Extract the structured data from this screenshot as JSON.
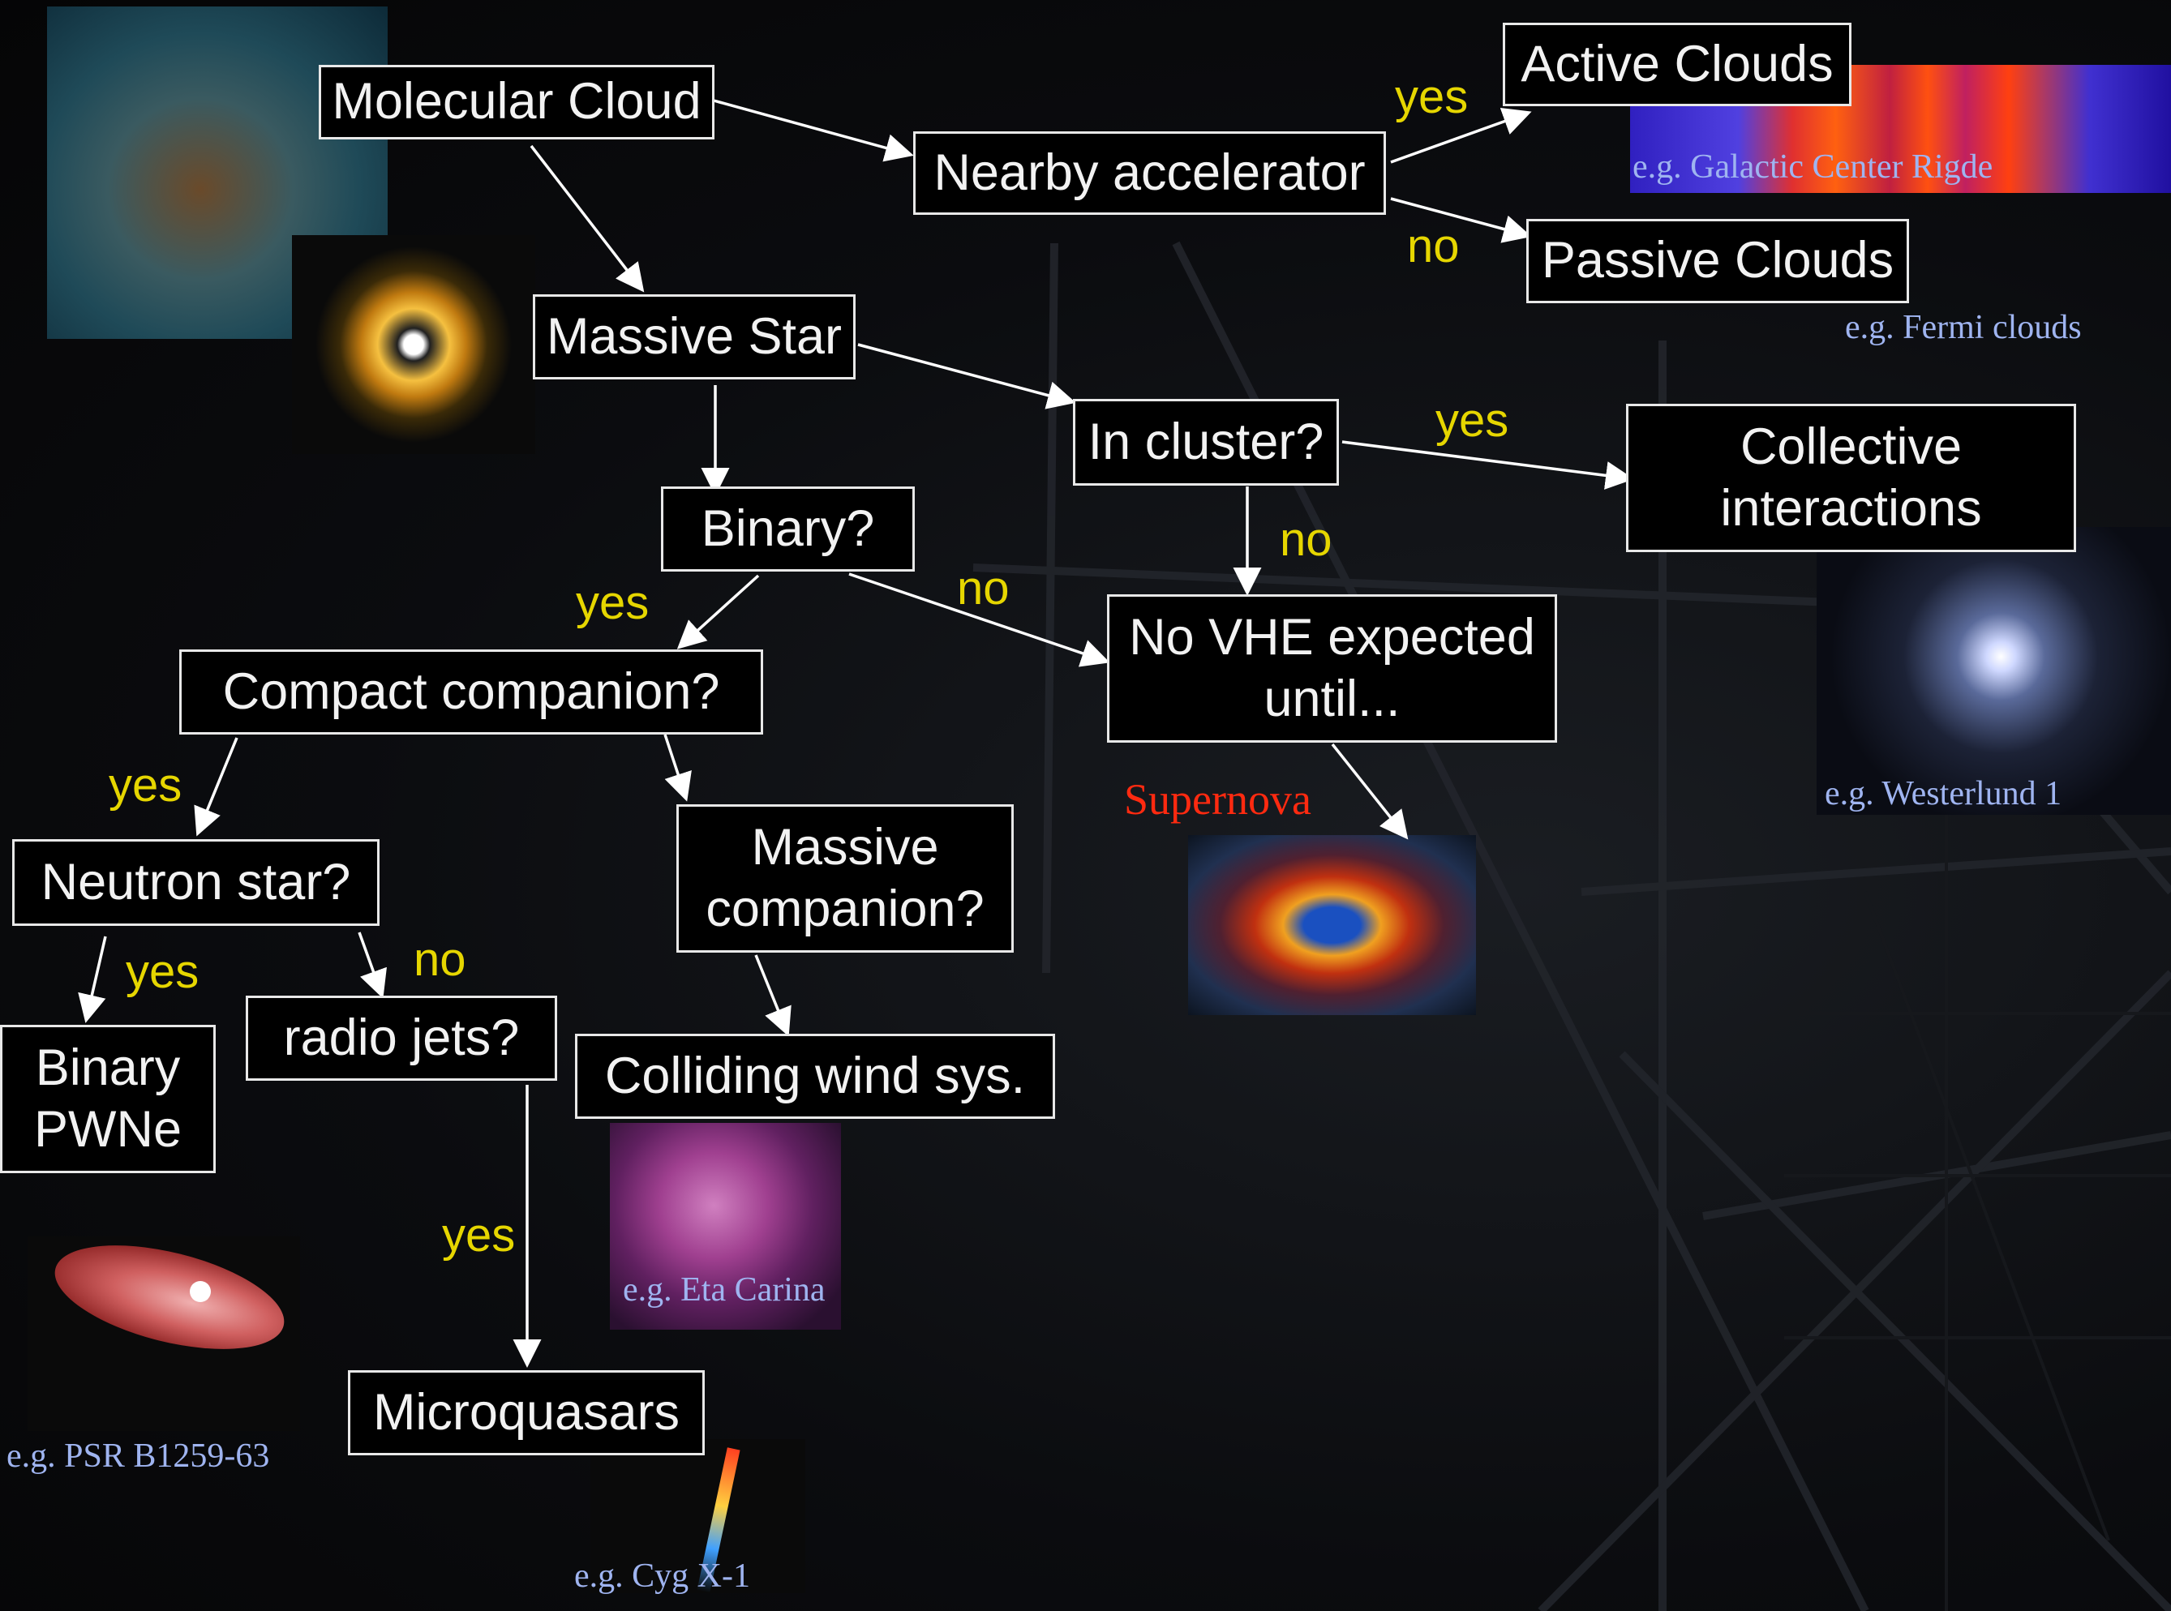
{
  "nodes": {
    "molecular_cloud": "Molecular Cloud",
    "nearby_accelerator": "Nearby accelerator",
    "active_clouds": "Active Clouds",
    "passive_clouds": "Passive Clouds",
    "massive_star": "Massive Star",
    "in_cluster": "In cluster?",
    "collective_line1": "Collective",
    "collective_line2": "interactions",
    "binary": "Binary?",
    "no_vhe_line1": "No VHE expected",
    "no_vhe_line2": "until...",
    "compact_companion": "Compact companion?",
    "neutron_star": "Neutron star?",
    "massive_comp_line1": "Massive",
    "massive_comp_line2": "companion?",
    "binary_pwne_line1": "Binary",
    "binary_pwne_line2": "PWNe",
    "radio_jets": "radio jets?",
    "colliding_wind": "Colliding wind sys.",
    "microquasars": "Microquasars"
  },
  "edge_labels": {
    "nearby_yes": "yes",
    "nearby_no": "no",
    "cluster_yes": "yes",
    "cluster_no": "no",
    "binary_yes": "yes",
    "binary_no": "no",
    "compact_yes": "yes",
    "neutron_yes": "yes",
    "neutron_no": "no",
    "jets_yes": "yes"
  },
  "examples": {
    "galactic_center": "e.g. Galactic Center Rigde",
    "fermi": "e.g. Fermi clouds",
    "westerlund": "e.g. Westerlund 1",
    "supernova": "Supernova",
    "eta_carina": "e.g. Eta Carina",
    "psr": "e.g. PSR B1259-63",
    "cyg": "e.g. Cyg X-1"
  },
  "colors": {
    "label_yes_no": "#e6d600",
    "example_text": "#9fb4f0",
    "supernova_text": "#ff2a10",
    "box_border": "#e8e8e8"
  }
}
